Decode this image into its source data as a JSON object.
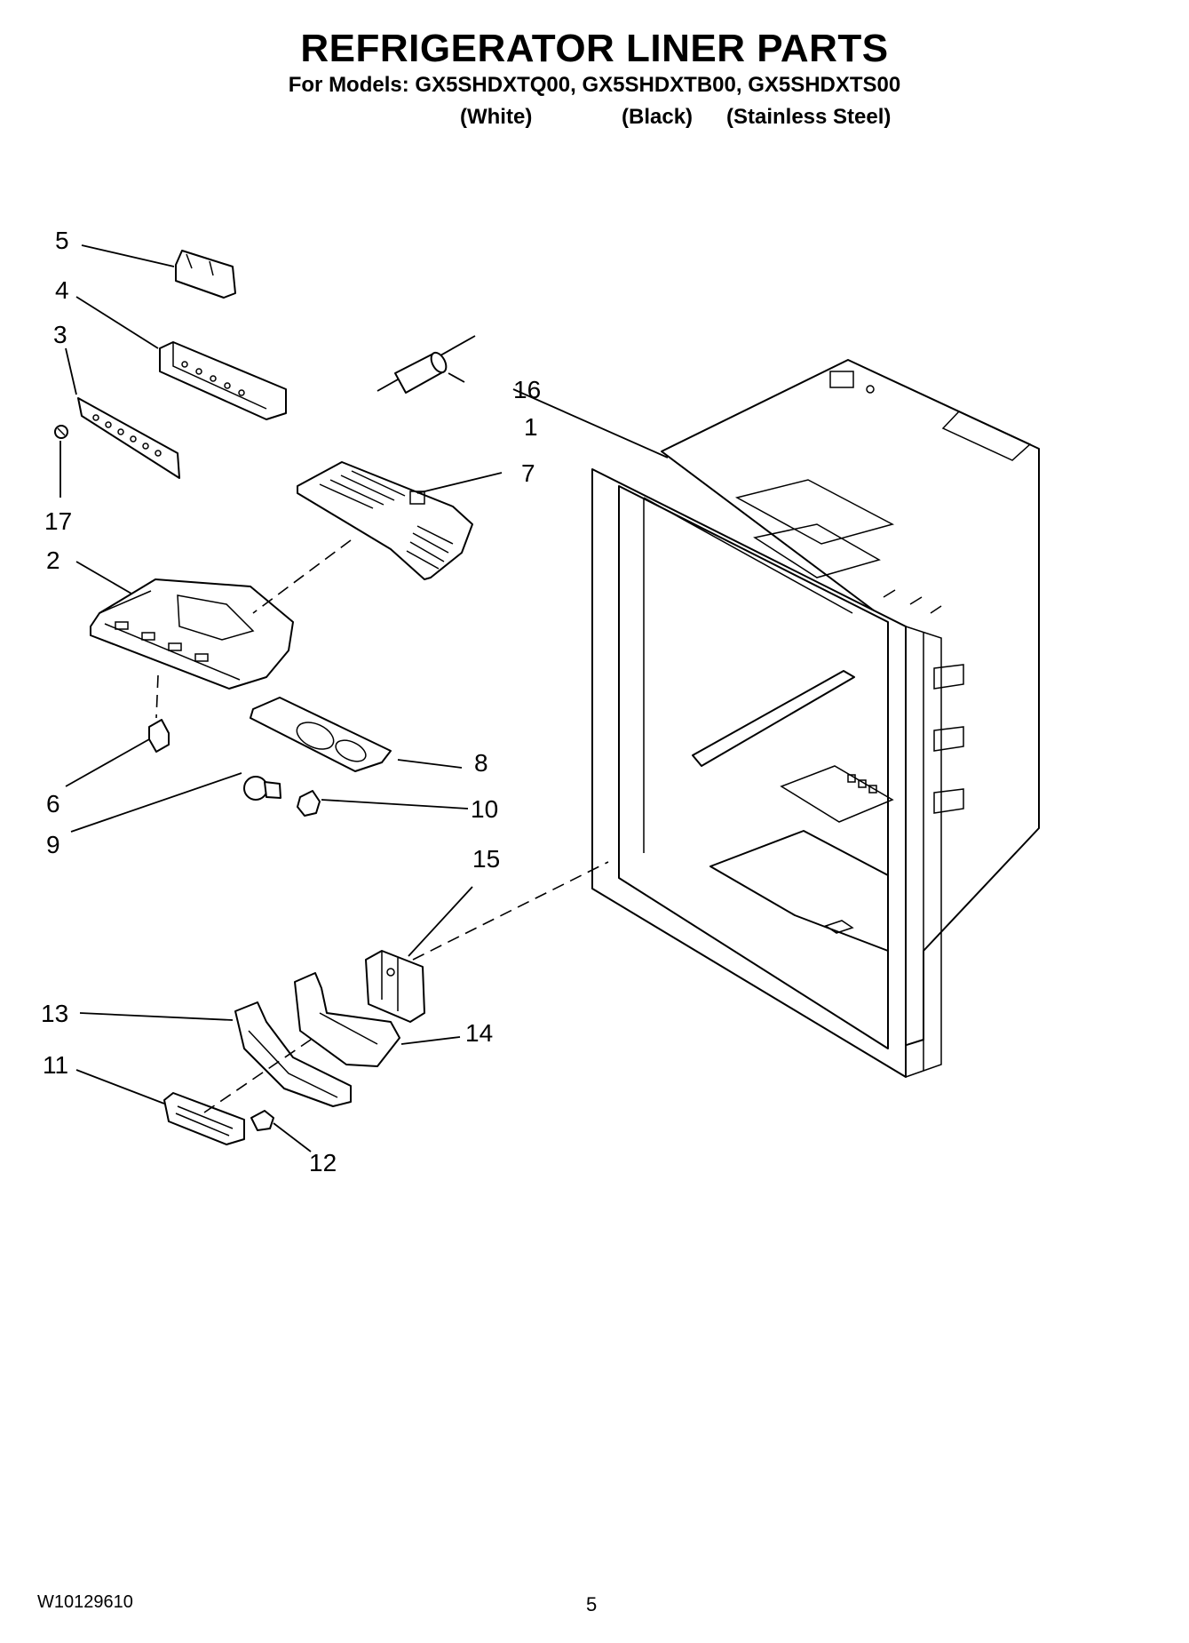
{
  "header": {
    "title": "REFRIGERATOR LINER PARTS",
    "models_line": "For Models: GX5SHDXTQ00, GX5SHDXTB00, GX5SHDXTS00",
    "variants": [
      "(White)",
      "(Black)",
      "(Stainless Steel)"
    ]
  },
  "callouts": {
    "c1": "1",
    "c2": "2",
    "c3": "3",
    "c4": "4",
    "c5": "5",
    "c6": "6",
    "c7": "7",
    "c8": "8",
    "c9": "9",
    "c10": "10",
    "c11": "11",
    "c12": "12",
    "c13": "13",
    "c14": "14",
    "c15": "15",
    "c16": "16",
    "c17": "17"
  },
  "footer": {
    "doc_number": "W10129610",
    "page_number": "5"
  }
}
